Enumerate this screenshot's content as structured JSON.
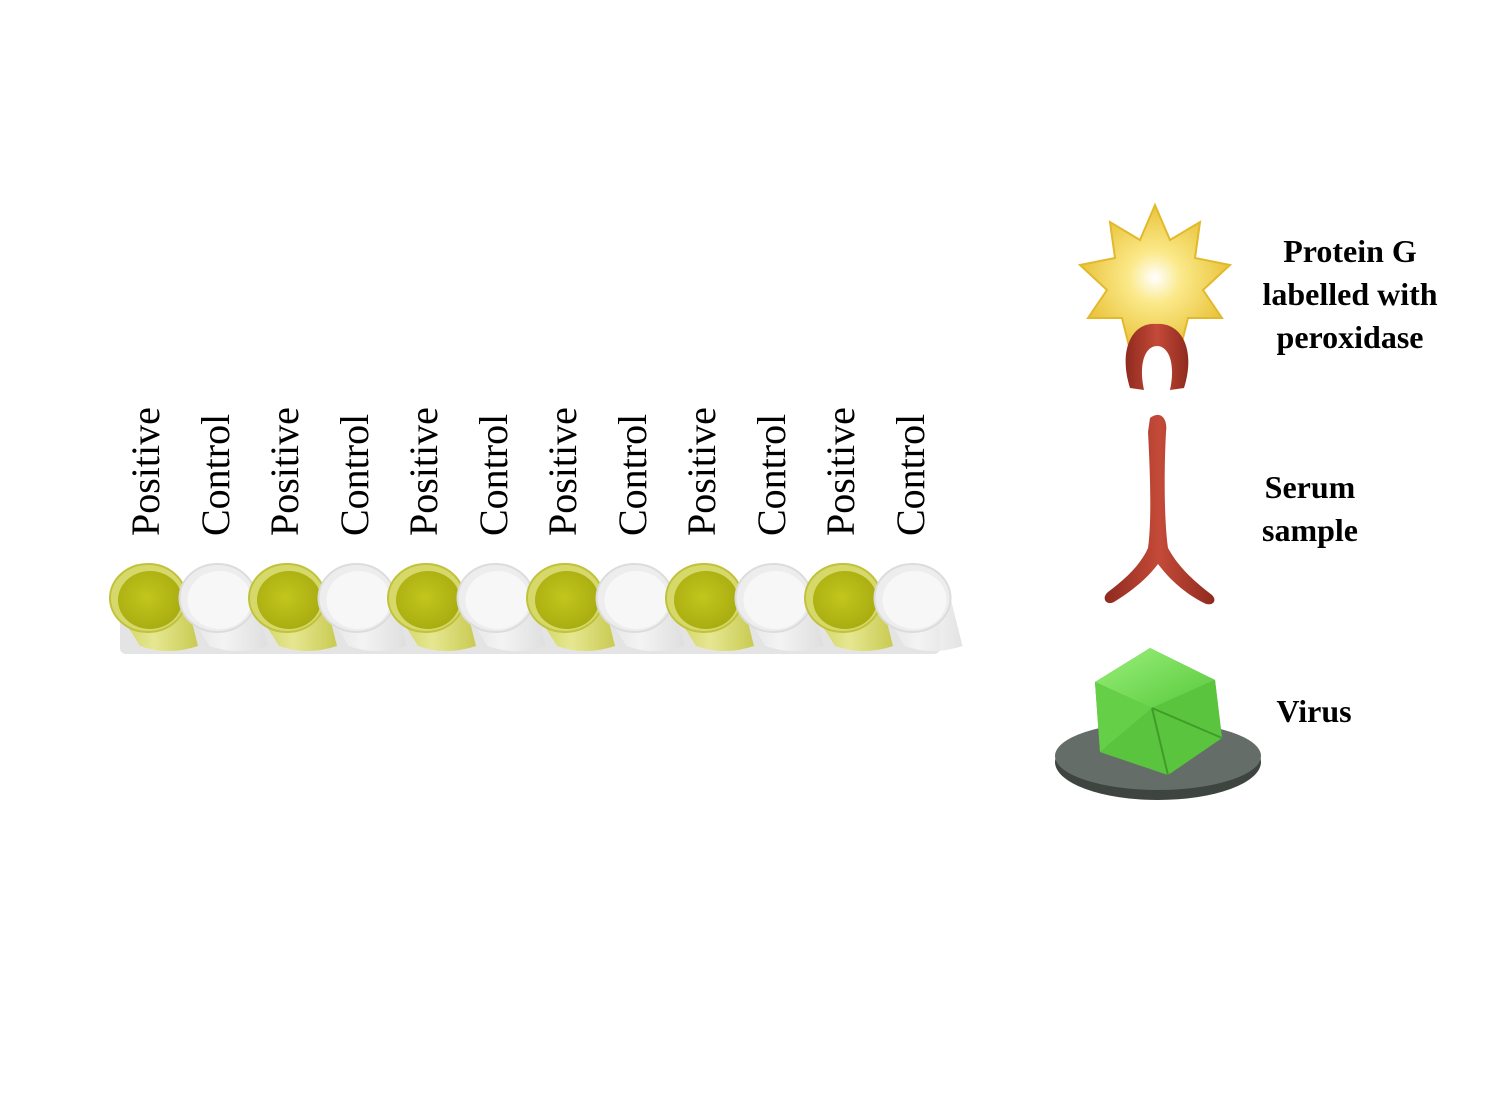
{
  "strip": {
    "wells": [
      {
        "label": "Positive",
        "state": "positive"
      },
      {
        "label": "Control",
        "state": "control"
      },
      {
        "label": "Positive",
        "state": "positive"
      },
      {
        "label": "Control",
        "state": "control"
      },
      {
        "label": "Positive",
        "state": "positive"
      },
      {
        "label": "Control",
        "state": "control"
      },
      {
        "label": "Positive",
        "state": "positive"
      },
      {
        "label": "Control",
        "state": "control"
      },
      {
        "label": "Positive",
        "state": "positive"
      },
      {
        "label": "Control",
        "state": "control"
      },
      {
        "label": "Positive",
        "state": "positive"
      },
      {
        "label": "Control",
        "state": "control"
      }
    ],
    "colors": {
      "positive_fill": "#b7bb16",
      "positive_tube": "#dcdc72",
      "control_tube": "#ececec",
      "strip_base": "#e2e2e2"
    }
  },
  "legend": {
    "protein_g": {
      "lines": [
        "Protein G",
        "labelled with",
        "peroxidase"
      ],
      "icon": "sunburst-antibody-icon"
    },
    "serum": {
      "lines": [
        "Serum",
        "sample"
      ],
      "icon": "antibody-icon"
    },
    "virus": {
      "lines": [
        "Virus"
      ],
      "icon": "icosahedron-virus-icon"
    },
    "colors": {
      "protein_g_star": "#f3d64b",
      "antibody": "#b23a2c",
      "virus": "#6ad64c",
      "plate": "#5c6660"
    }
  }
}
